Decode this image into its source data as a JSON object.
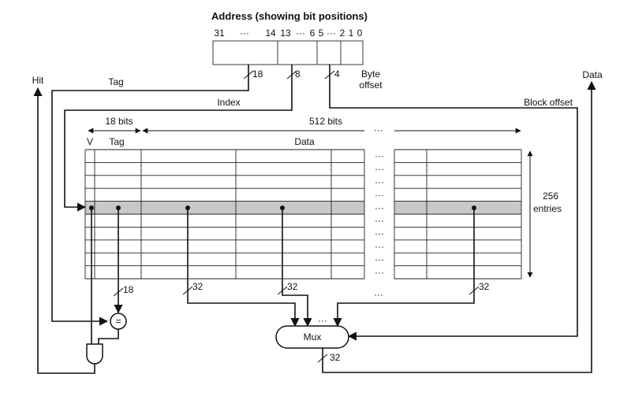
{
  "address": {
    "title": "Address (showing bit positions)",
    "bits": {
      "b31": "31",
      "dots1": "···",
      "b14": "14",
      "b13": "13",
      "dots2": "···",
      "b6": "6",
      "b5": "5",
      "dots3": "···",
      "b2": "2",
      "b1": "1",
      "b0": "0"
    },
    "field_widths": {
      "tag": "18",
      "index": "8",
      "byte_offset": "4"
    },
    "byte_offset_label_line1": "Byte",
    "byte_offset_label_line2": "offset"
  },
  "signals": {
    "hit": "Hit",
    "tag": "Tag",
    "index": "Index",
    "block_offset": "Block offset",
    "data": "Data"
  },
  "cache": {
    "tag_width_label": "18 bits",
    "data_width_label": "512 bits",
    "ellipsis": "···",
    "v_header": "V",
    "tag_header": "Tag",
    "data_header": "Data",
    "entries_line1": "256",
    "entries_line2": "entries",
    "selected_row_fill": "#c8c8c8"
  },
  "buses": {
    "tag_out": "18",
    "word0": "32",
    "word1": "32",
    "word_last": "32",
    "mux_out": "32"
  },
  "mux": {
    "label": "Mux",
    "dots": "···"
  },
  "comparator": {
    "symbol": "="
  }
}
